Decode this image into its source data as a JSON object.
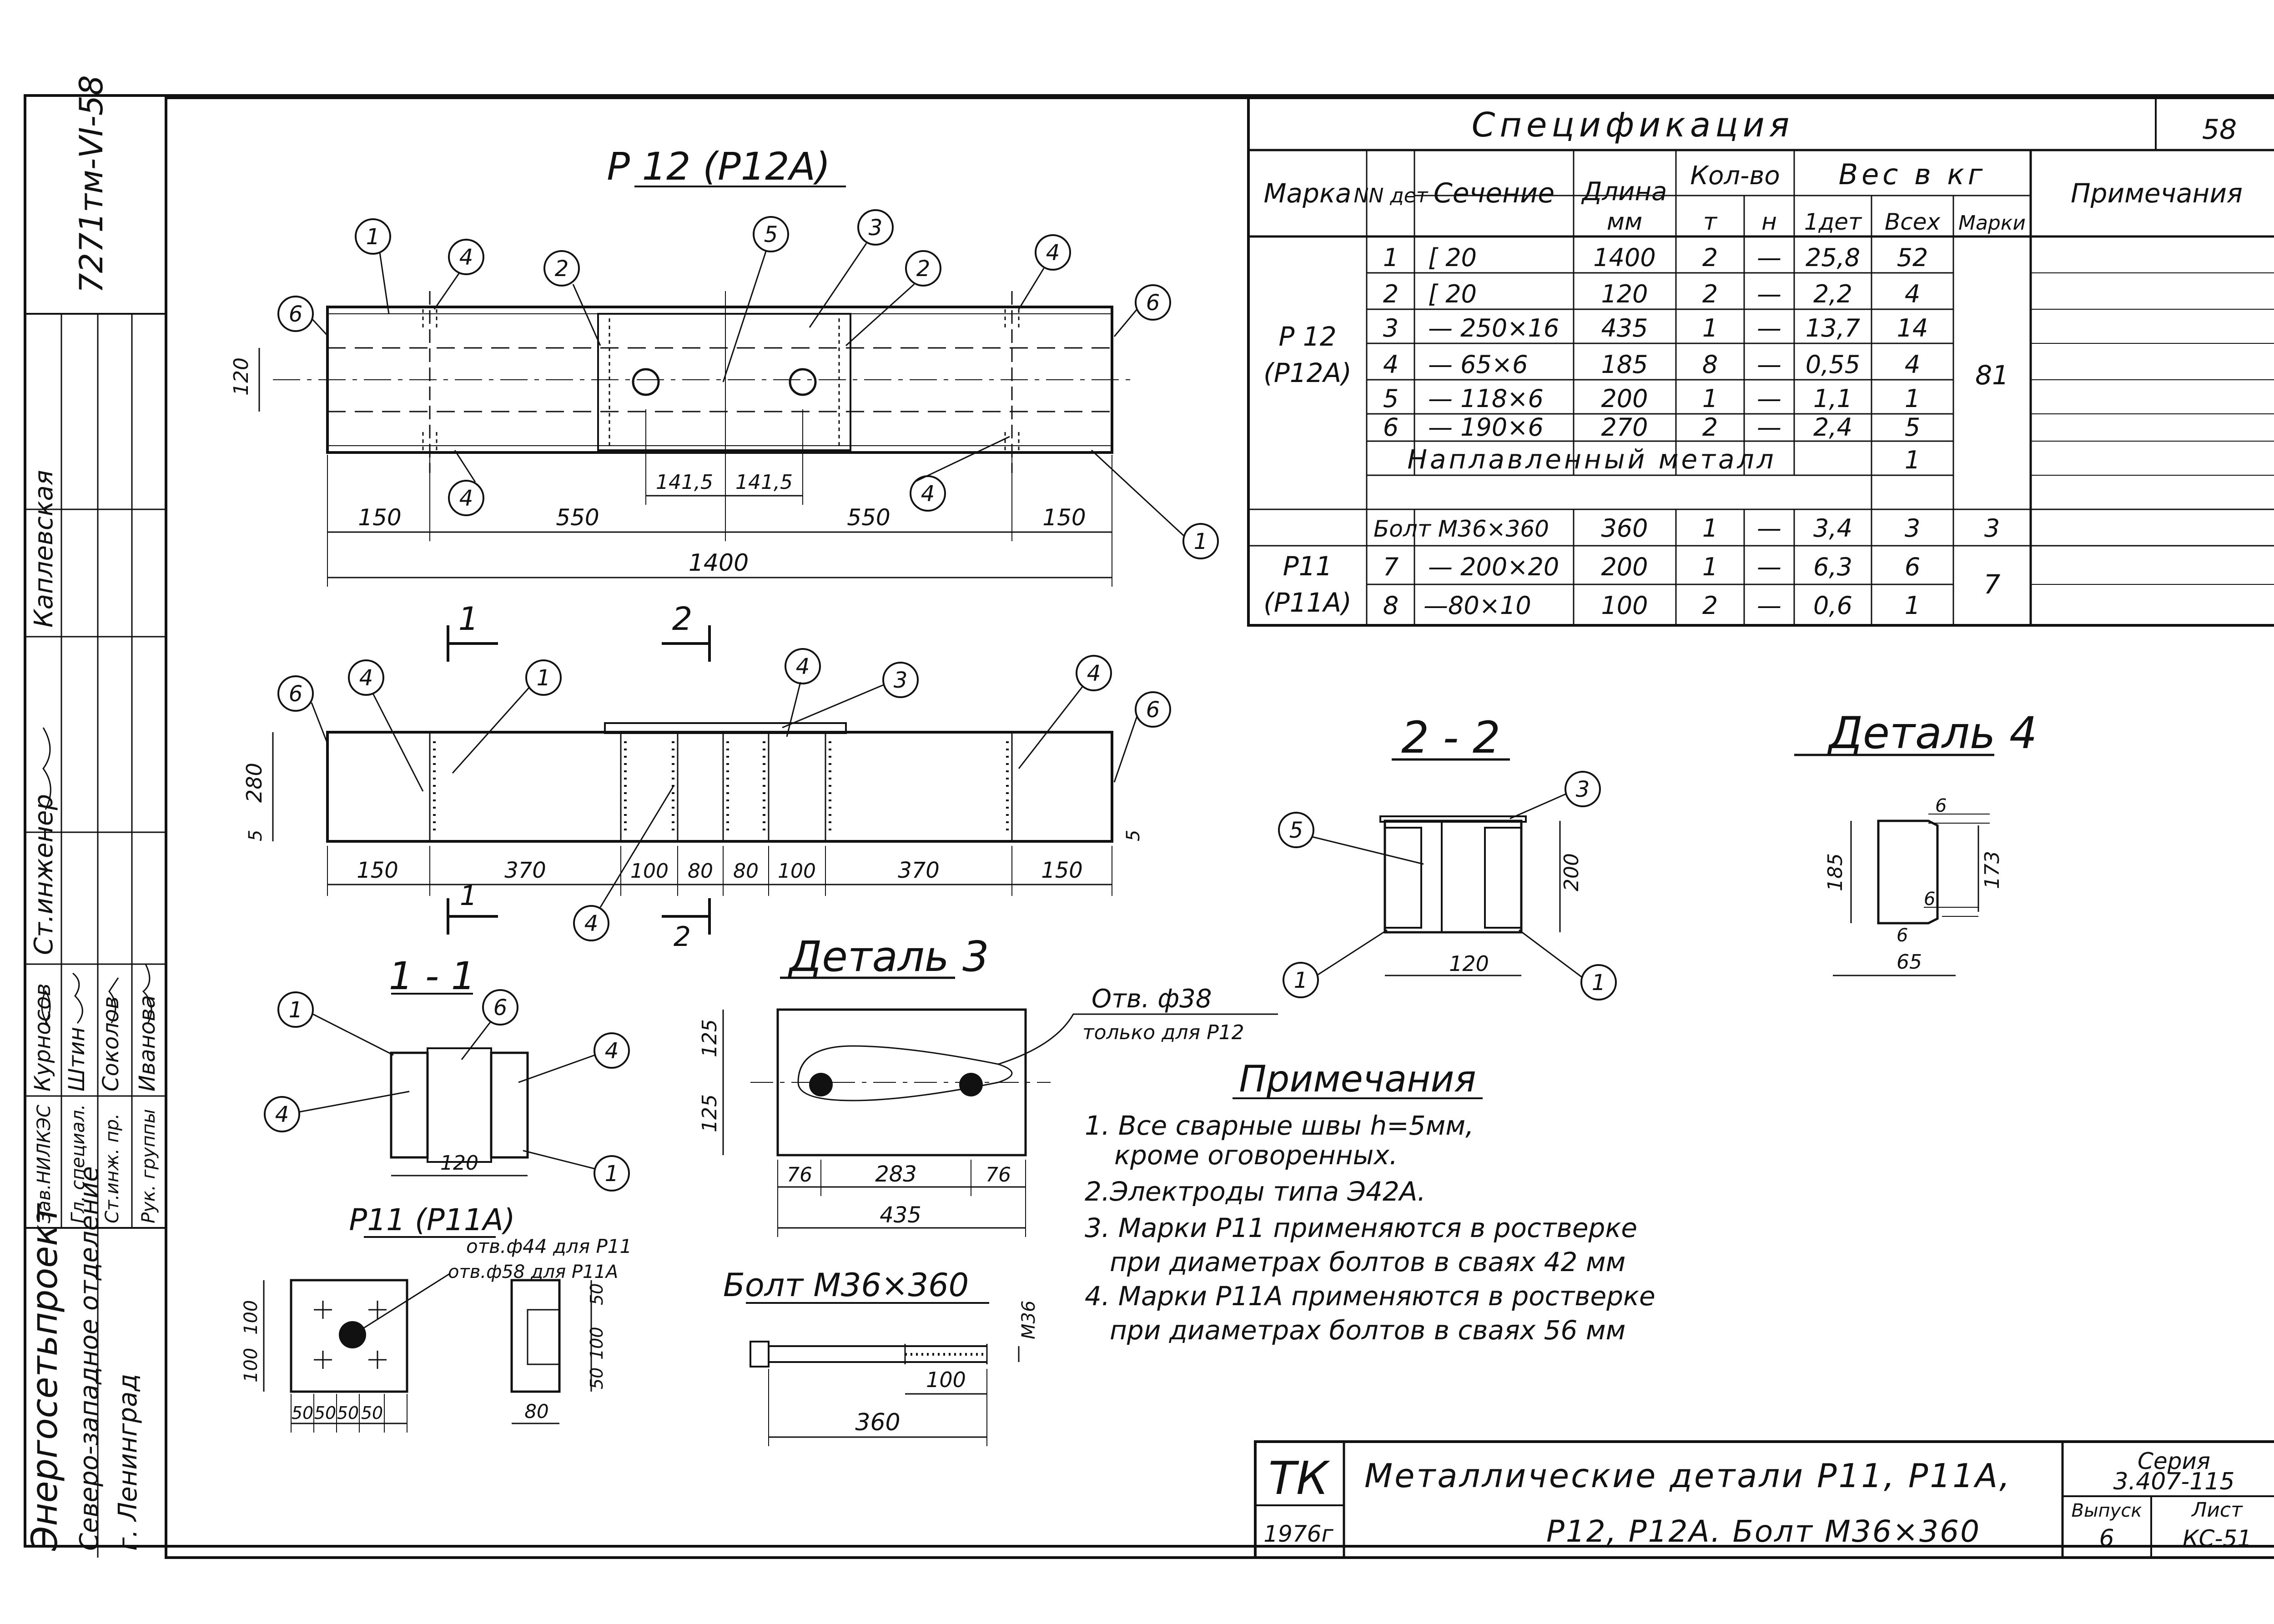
{
  "sheet": {
    "number": "58",
    "project_code": "7271тм-VI-58",
    "org_name": "Энергосетьпроект",
    "org_division": "Северо-западное отделение",
    "org_city": "г. Ленинград"
  },
  "stamp_roles": [
    "Зав.НИЛКЭС",
    "Гл. специал.",
    "Ст.инж. пр.",
    "Рук. группы",
    "Ст.инженер"
  ],
  "stamp_names": [
    "Курносов",
    "Штин",
    "Соколов",
    "Иванова",
    "Каплевская"
  ],
  "spec": {
    "title": "Спецификация",
    "headers": {
      "mark": "Марка",
      "det_no": "NN дет",
      "section": "Сечение",
      "length": "Длина",
      "length_unit": "мм",
      "qty": "Кол-во",
      "qty_t": "т",
      "qty_n": "н",
      "weight": "Вес в кг",
      "w_one": "1дет",
      "w_all": "Всех",
      "w_mark": "Марки",
      "notes": "Примечания"
    },
    "group1_mark": "Р 12",
    "group1_mark2": "(Р12А)",
    "group1_total": "81",
    "group1_rows": [
      {
        "no": "1",
        "section": "[ 20",
        "length": "1400",
        "t": "2",
        "n": "—",
        "w1": "25,8",
        "wall": "52"
      },
      {
        "no": "2",
        "section": "[ 20",
        "length": "120",
        "t": "2",
        "n": "—",
        "w1": "2,2",
        "wall": "4"
      },
      {
        "no": "3",
        "section": "— 250×16",
        "length": "435",
        "t": "1",
        "n": "—",
        "w1": "13,7",
        "wall": "14"
      },
      {
        "no": "4",
        "section": "— 65×6",
        "length": "185",
        "t": "8",
        "n": "—",
        "w1": "0,55",
        "wall": "4"
      },
      {
        "no": "5",
        "section": "— 118×6",
        "length": "200",
        "t": "1",
        "n": "—",
        "w1": "1,1",
        "wall": "1"
      },
      {
        "no": "6",
        "section": "— 190×6",
        "length": "270",
        "t": "2",
        "n": "—",
        "w1": "2,4",
        "wall": "5"
      }
    ],
    "weld_label": "Наплавленный металл",
    "weld_value": "1",
    "bolt_label": "Болт М36×360",
    "bolt_length": "360",
    "bolt_t": "1",
    "bolt_n": "—",
    "bolt_w1": "3,4",
    "bolt_wall": "3",
    "bolt_total": "3",
    "group2_mark": "Р11",
    "group2_mark2": "(Р11А)",
    "group2_total": "7",
    "group2_rows": [
      {
        "no": "7",
        "section": "— 200×20",
        "length": "200",
        "t": "1",
        "n": "—",
        "w1": "6,3",
        "wall": "6"
      },
      {
        "no": "8",
        "section": "—80×10",
        "length": "100",
        "t": "2",
        "n": "—",
        "w1": "0,6",
        "wall": "1"
      }
    ]
  },
  "drawings": {
    "p12_title": "Р 12 (Р12А)",
    "p12_dims": [
      "150",
      "550",
      "550",
      "150",
      "1400",
      "141,5",
      "141,5",
      "120"
    ],
    "side_dims": [
      "150",
      "370",
      "100",
      "80",
      "80",
      "100",
      "370",
      "150",
      "280",
      "5",
      "5"
    ],
    "cut1": "1",
    "cut2": "2",
    "sec11_title": "1 - 1",
    "sec11_dim": "120",
    "sec22_title": "2 - 2",
    "sec22_dims": [
      "120",
      "200"
    ],
    "det3_title": "Деталь 3",
    "det3_dims": [
      "125",
      "125",
      "76",
      "283",
      "76",
      "435"
    ],
    "hole_note": "Отв. ф38",
    "hole_note2": "только для Р12",
    "det4_title": "Деталь 4",
    "det4_dims": [
      "185",
      "173",
      "6",
      "6",
      "6",
      "65"
    ],
    "p11_title": "Р11 (Р11А)",
    "p11_hole1": "отв.ф44 для Р11",
    "p11_hole2": "отв.ф58 для Р11А",
    "p11_dims": [
      "100",
      "100",
      "50",
      "50",
      "50",
      "50",
      "50",
      "100",
      "50",
      "80"
    ],
    "bolt_title": "Болт М36×360",
    "bolt_dims": [
      "М36",
      "100",
      "360"
    ],
    "callouts": [
      "1",
      "2",
      "3",
      "4",
      "5",
      "6"
    ]
  },
  "notes": {
    "title": "Примечания",
    "lines": [
      "1. Все сварные швы h=5мм,",
      "кроме оговоренных.",
      "2.Электроды типа Э42А.",
      "3. Марки Р11 применяются в ростверке",
      "при диаметрах болтов в сваях 42 мм",
      "4. Марки Р11А применяются в ростверке",
      "при диаметрах болтов в сваях 56 мм"
    ]
  },
  "title_block": {
    "code": "ТК",
    "year": "1976г",
    "title_line1": "Металлические детали Р11, Р11А,",
    "title_line2": "Р12, Р12А. Болт М36×360",
    "series_label": "Серия",
    "series": "3.407-115",
    "issue_label": "Выпуск",
    "issue": "6",
    "sheet_label": "Лист",
    "sheet": "КС-51"
  }
}
